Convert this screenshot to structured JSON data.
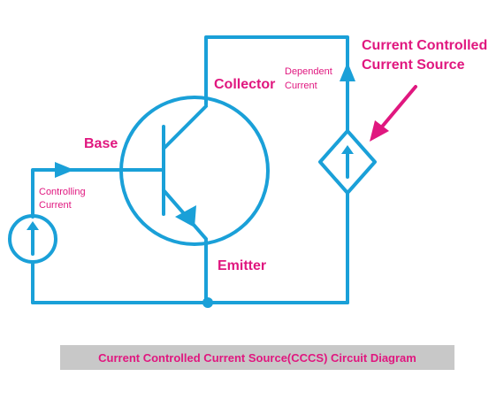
{
  "labels": {
    "base": "Base",
    "collector": "Collector",
    "emitter": "Emitter",
    "dependent_current_line1": "Dependent",
    "dependent_current_line2": "Current",
    "controlling_current_line1": "Controlling",
    "controlling_current_line2": "Current",
    "cccs_title_line1": "Current Controlled",
    "cccs_title_line2": "Current Source"
  },
  "caption": "Current Controlled Current Source(CCCS) Circuit Diagram",
  "colors": {
    "wire": "#1aa0d8",
    "label": "#e0177f",
    "caption_background": "#c8c8c8"
  }
}
